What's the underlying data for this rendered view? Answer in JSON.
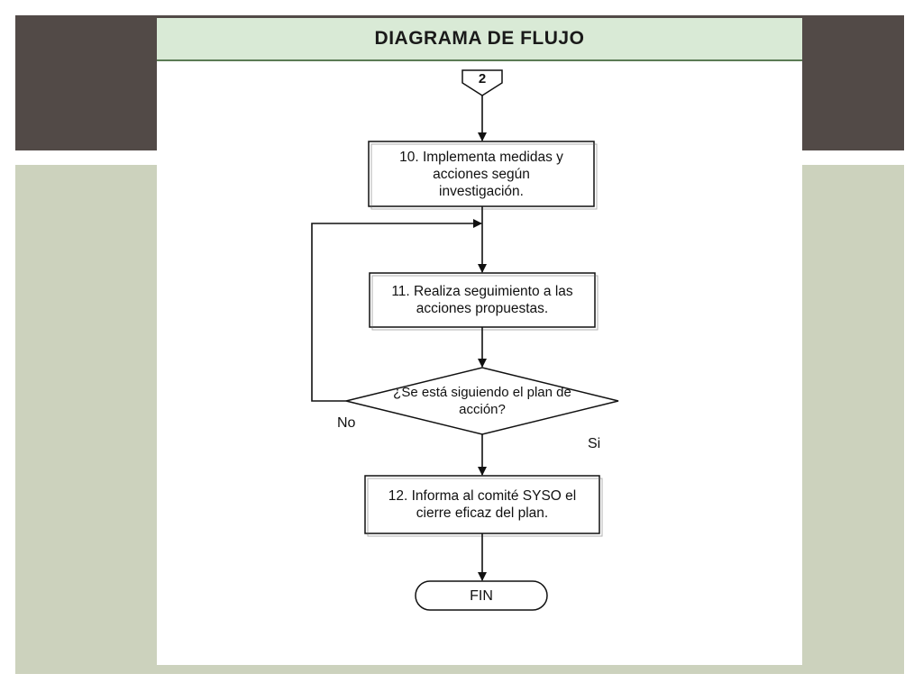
{
  "title": "DIAGRAMA DE FLUJO",
  "connector": {
    "label": "2"
  },
  "steps": [
    {
      "label": "10. Implementa medidas y acciones según investigación."
    },
    {
      "label": "11. Realiza seguimiento a las acciones propuestas."
    },
    {
      "label": "12. Informa al comité SYSO el cierre eficaz del plan."
    }
  ],
  "decision": {
    "label": "¿Se está siguiendo el plan de acción?",
    "no_label": "No",
    "yes_label": "Si"
  },
  "terminal": {
    "label": "FIN"
  },
  "colors": {
    "dark_band": "#524a47",
    "light_band": "#ccd2bd",
    "header_fill": "#d9ead6",
    "header_rule": "#5b7b55"
  }
}
